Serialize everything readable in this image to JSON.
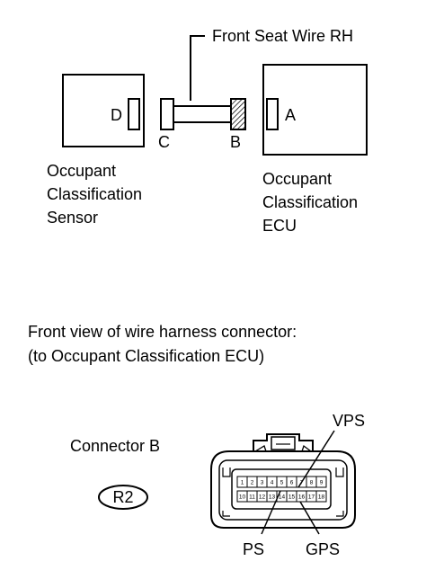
{
  "wiring": {
    "wire_label": "Front Seat Wire RH",
    "connector_d": "D",
    "connector_c": "C",
    "connector_b": "B",
    "connector_a": "A",
    "sensor_label": [
      "Occupant",
      "Classification",
      "Sensor"
    ],
    "ecu_label": [
      "Occupant",
      "Classification",
      "ECU"
    ]
  },
  "front_view": {
    "caption_line1": "Front view of wire harness connector:",
    "caption_line2": "(to Occupant Classification ECU)"
  },
  "connector": {
    "name": "Connector B",
    "code": "R2",
    "top_row_pins": [
      "1",
      "2",
      "3",
      "4",
      "5",
      "6",
      "7",
      "8",
      "9"
    ],
    "bottom_row_pins": [
      "10",
      "11",
      "12",
      "13",
      "14",
      "15",
      "16",
      "17",
      "18"
    ],
    "callouts": {
      "vps": "VPS",
      "ps": "PS",
      "gps": "GPS"
    }
  }
}
